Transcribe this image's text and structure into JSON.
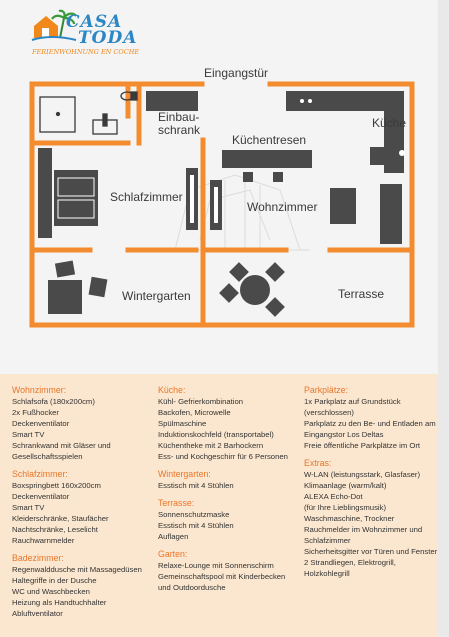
{
  "logo": {
    "line1": "CASA",
    "line2": "TODA",
    "tagline": "FERIENWOHNUNG EN COCHE"
  },
  "floorplan": {
    "entrance": "Eingangstür",
    "rooms": {
      "einbauschrank": "Einbau-\nschrank",
      "kuechentresen": "Küchentresen",
      "kueche": "Küche",
      "schlafzimmer": "Schlafzimmer",
      "wohnzimmer": "Wohnzimmer",
      "wintergarten": "Wintergarten",
      "terrasse": "Terrasse"
    }
  },
  "colors": {
    "wall": "#f28c2e",
    "furniture": "#4a4a4a",
    "heading": "#e8762b",
    "bottom_bg": "#fbe7cf",
    "logo_blue": "#2b86c5"
  },
  "columns": [
    [
      {
        "title": "Wohnzimmer:",
        "lines": [
          "Schlafsofa (180x200cm)",
          "2x Fußhocker",
          "Deckenventilator",
          "Smart TV",
          "Schrankwand mit Gläser und",
          "Gesellschaftsspielen"
        ]
      },
      {
        "title": "Schlafzimmer:",
        "lines": [
          "Boxspringbett 160x200cm",
          "Deckenventilator",
          "Smart TV",
          "Kleiderschränke, Staufächer",
          "Nachtschränke, Leselicht",
          "Rauchwarnmelder"
        ]
      },
      {
        "title": "Badezimmer:",
        "lines": [
          "Regenwalddusche mit Massagedüsen",
          "Haltegriffe in der Dusche",
          "WC und Waschbecken",
          "Heizung als Handtuchhalter",
          "Abluftventilator"
        ]
      }
    ],
    [
      {
        "title": "Küche:",
        "lines": [
          "Kühl- Gefrierkombination",
          "Backofen, Microwelle",
          "Spülmaschine",
          "Induktionskochfeld (transportabel)",
          "Küchentheke mit 2 Barhockern",
          "Ess- und Kochgeschirr für 6 Personen"
        ]
      },
      {
        "title": "Wintergarten:",
        "lines": [
          "Esstisch mit 4 Stühlen"
        ]
      },
      {
        "title": "Terrasse:",
        "lines": [
          "Sonnenschutzmaske",
          "Esstisch mit 4 Stühlen",
          "Auflagen"
        ]
      },
      {
        "title": "Garten:",
        "lines": [
          "Relaxe-Lounge mit Sonnenschirm",
          "Gemeinschaftspool mit Kinderbecken",
          "und Outdoordusche"
        ]
      }
    ],
    [
      {
        "title": "Parkplätze:",
        "lines": [
          "1x Parkplatz auf Grundstück",
          "(verschlossen)",
          "Parkplatz zu den Be- und Entladen am",
          "Eingangstor Los Deltas",
          "Freie öffentliche Parkplätze im Ort"
        ]
      },
      {
        "title": "Extras:",
        "lines": [
          "W-LAN (leistungsstark, Glasfaser)",
          "Klimaanlage (warm/kalt)",
          "ALEXA Echo-Dot",
          "(für Ihre Lieblingsmusik)",
          "Waschmaschine, Trockner",
          "Rauchmelder im Wohnzimmer und",
          "Schlafzimmer",
          "Sicherheitsgitter vor Türen und Fenster",
          "2 Strandliegen, Elektrogrill,",
          "Holzkohlegrill"
        ]
      }
    ]
  ]
}
